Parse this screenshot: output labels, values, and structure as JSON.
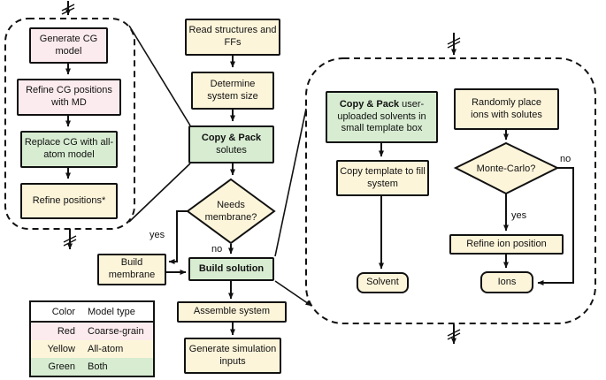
{
  "labels": {
    "yes": "yes",
    "no": "no"
  },
  "left_panel": {
    "generate_cg": "Generate CG model",
    "refine_cg": "Refine CG positions with MD",
    "replace_cg": "Replace CG with all-atom model",
    "refine_positions": "Refine positions*"
  },
  "main_flow": {
    "read_structures": "Read structures and FFs",
    "determine_size": "Determine system size",
    "copy_pack_bold": "Copy & Pack",
    "copy_pack_rest": "solutes",
    "needs_membrane": "Needs membrane?",
    "build_membrane": "Build membrane",
    "build_solution": "Build solution",
    "assemble_system": "Assemble system",
    "generate_inputs": "Generate simulation inputs"
  },
  "right_panel": {
    "copy_pack_bold": "Copy & Pack",
    "copy_pack_rest": "user-uploaded solvents in small template box",
    "copy_template": "Copy template to fill system",
    "solvent": "Solvent",
    "randomly_place": "Randomly place ions with solutes",
    "monte_carlo": "Monte-Carlo?",
    "refine_ion": "Refine ion position",
    "ions": "Ions"
  },
  "legend": {
    "headers": [
      "Color",
      "Model type"
    ],
    "rows": [
      {
        "color_name": "Red",
        "model_type": "Coarse-grain",
        "fill": "#fcebee"
      },
      {
        "color_name": "Yellow",
        "model_type": "All-atom",
        "fill": "#fdf5da"
      },
      {
        "color_name": "Green",
        "model_type": "Both",
        "fill": "#d7ecd1"
      }
    ]
  },
  "colors": {
    "coarse_grain_fill": "#fcebee",
    "all_atom_fill": "#fdf5da",
    "both_fill": "#d7ecd1",
    "line": "#111111",
    "background": "#ffffff"
  }
}
